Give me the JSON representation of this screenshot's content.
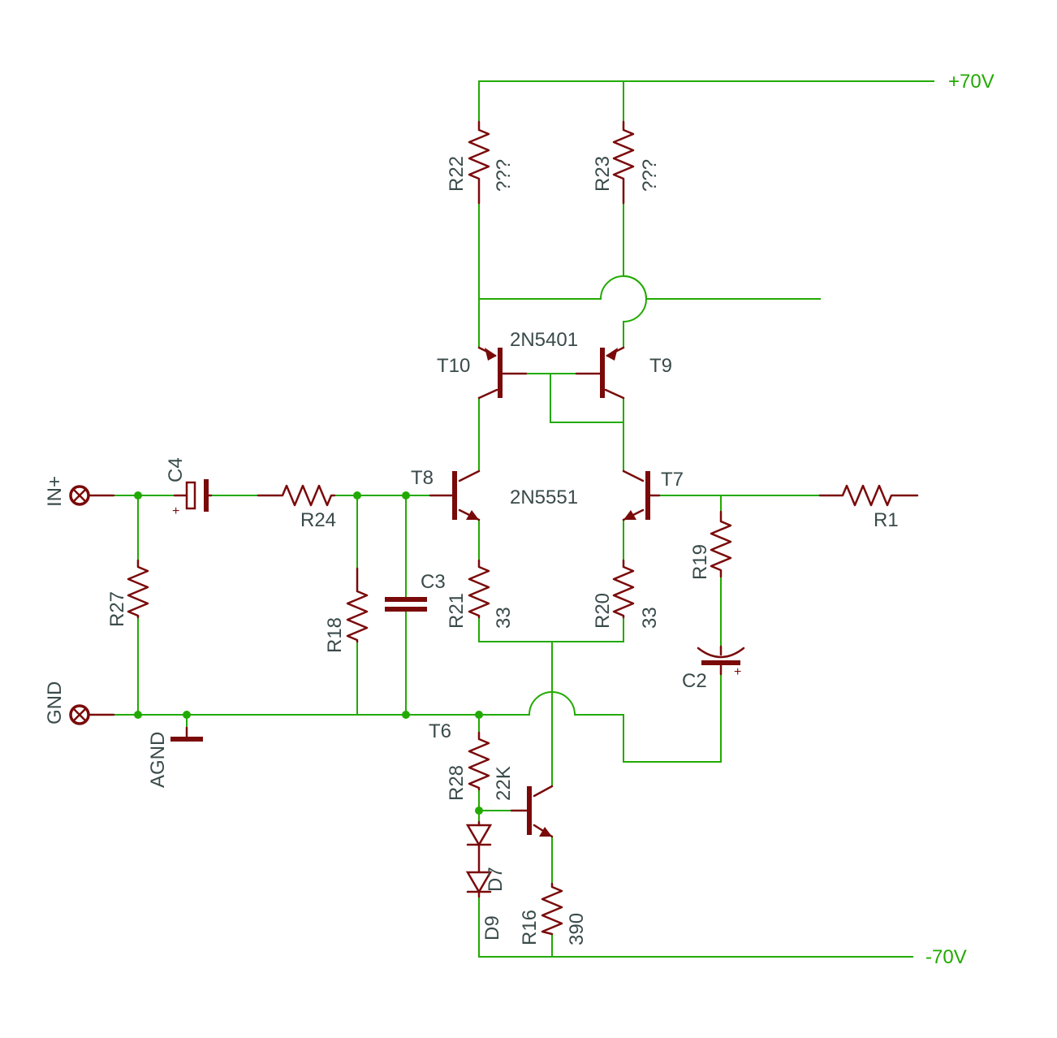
{
  "rails": {
    "positive": "+70V",
    "negative": "-70V"
  },
  "ports": {
    "input": "IN+",
    "ground": "GND",
    "analog_ground": "AGND"
  },
  "transistors": {
    "t10": "T10",
    "t9": "T9",
    "t8": "T8",
    "t7": "T7",
    "t6": "T6",
    "pnp_part": "2N5401",
    "npn_part": "2N5551"
  },
  "resistors": {
    "r22": {
      "name": "R22",
      "value": "???"
    },
    "r23": {
      "name": "R23",
      "value": "???"
    },
    "r24": {
      "name": "R24"
    },
    "r27": {
      "name": "R27"
    },
    "r18": {
      "name": "R18"
    },
    "r21": {
      "name": "R21",
      "value": "33"
    },
    "r20": {
      "name": "R20",
      "value": "33"
    },
    "r19": {
      "name": "R19"
    },
    "r1": {
      "name": "R1"
    },
    "r28": {
      "name": "R28",
      "value": "22K"
    },
    "r16": {
      "name": "R16",
      "value": "390"
    }
  },
  "capacitors": {
    "c4": "C4",
    "c3": "C3",
    "c2": "C2"
  },
  "diodes": {
    "d7": "D7",
    "d9": "D9"
  },
  "polarity_mark": "+",
  "colors": {
    "wire": "#22aa00",
    "component": "#7a0a0a",
    "label": "#3a4a4a"
  }
}
